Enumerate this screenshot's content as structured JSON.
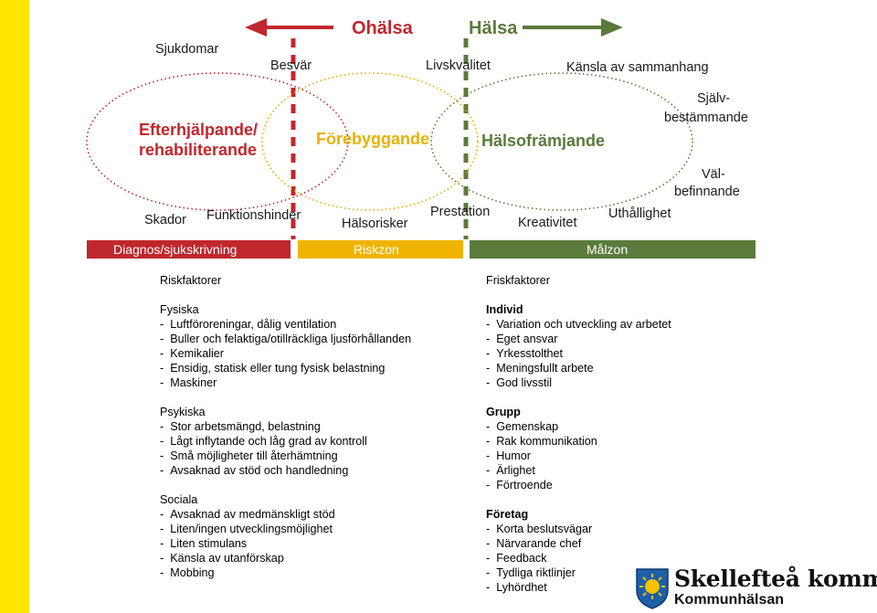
{
  "colors": {
    "yellow_band": "#ffe500",
    "red": "#c0272d",
    "amber": "#eab308",
    "green": "#5a7a3a",
    "bar_red": "#c0272d",
    "bar_amber": "#f0b400",
    "bar_green": "#5b7b3c"
  },
  "diagram": {
    "arrow_left_label": "Ohälsa",
    "arrow_right_label": "Hälsa",
    "words": {
      "sjukdomar": "Sjukdomar",
      "besvar": "Besvär",
      "livskvalitet": "Livskvalitet",
      "kansla": "Känsla av sammanhang",
      "sjalv1": "Själv-",
      "sjalv2": "bestämmande",
      "val1": "Väl-",
      "val2": "befinnande",
      "skador": "Skador",
      "funktionshinder": "Funktionshinder",
      "halsorisker": "Hälsorisker",
      "prestation": "Prestation",
      "kreativitet": "Kreativitet",
      "uthallighet": "Uthållighet"
    },
    "zones": {
      "efterhjalp1": "Efterhjälpande/",
      "efterhjalp2": "rehabiliterande",
      "forebyggande": "Förebyggande",
      "halsofram": "Hälsofrämjande"
    },
    "bars": {
      "diagnos": "Diagnos/sjukskrivning",
      "riskzon": "Riskzon",
      "malzon": "Målzon"
    }
  },
  "riskfaktorer": {
    "heading": "Riskfaktorer",
    "categories": [
      {
        "title": "Fysiska",
        "items": [
          "Luftföroreningar, dålig ventilation",
          "Buller och felaktiga/otillräckliga ljusförhållanden",
          "Kemikalier",
          "Ensidig, statisk eller tung fysisk belastning",
          "Maskiner"
        ]
      },
      {
        "title": "Psykiska",
        "items": [
          "Stor arbetsmängd, belastning",
          "Lågt inflytande och låg grad av kontroll",
          "Små möjligheter till återhämtning",
          "Avsaknad av stöd och handledning"
        ]
      },
      {
        "title": "Sociala",
        "items": [
          "Avsaknad av medmänskligt stöd",
          "Liten/ingen utvecklingsmöjlighet",
          "Liten stimulans",
          "Känsla av utanförskap",
          "Mobbing"
        ]
      }
    ]
  },
  "friskfaktorer": {
    "heading": "Friskfaktorer",
    "categories": [
      {
        "title": "Individ",
        "items": [
          "Variation och utveckling av arbetet",
          "Eget ansvar",
          "Yrkesstolthet",
          "Meningsfullt arbete",
          "God livsstil"
        ]
      },
      {
        "title": "Grupp",
        "items": [
          "Gemenskap",
          "Rak kommunikation",
          "Humor",
          "Ärlighet",
          "Förtroende"
        ]
      },
      {
        "title": "Företag",
        "items": [
          "Korta beslutsvägar",
          "Närvarande chef",
          "Feedback",
          "Tydliga riktlinjer",
          "Lyhördhet"
        ]
      }
    ]
  },
  "logo": {
    "name": "Skellefteå kommun",
    "sub": "Kommunhälsan",
    "seal_icon": "municipal-crest-icon"
  }
}
